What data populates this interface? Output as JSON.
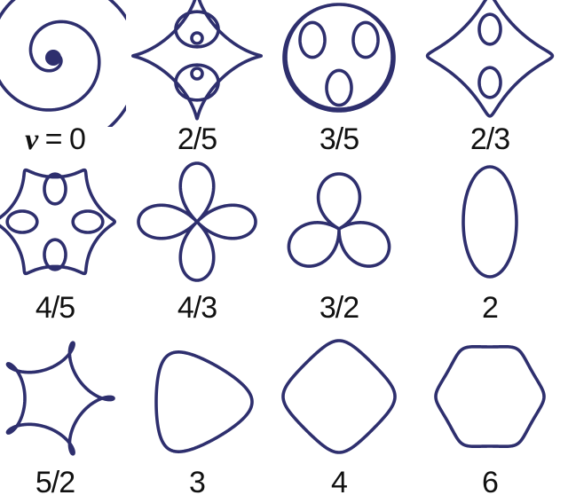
{
  "figure": {
    "stroke_color": "#2e2f6e",
    "label_prefix_symbol": "ν",
    "label_prefix_eq": " = ",
    "panels": [
      {
        "id": "nu-0",
        "label": "0",
        "first": true,
        "shape": "spiral"
      },
      {
        "id": "nu-2-5",
        "label": "2/5",
        "shape": "rosette-2-5"
      },
      {
        "id": "nu-3-5",
        "label": "3/5",
        "shape": "rosette-3-5"
      },
      {
        "id": "nu-2-3",
        "label": "2/3",
        "shape": "rosette-2-3"
      },
      {
        "id": "nu-4-5",
        "label": "4/5",
        "shape": "rosette-4-5"
      },
      {
        "id": "nu-4-3",
        "label": "4/3",
        "shape": "four-petal"
      },
      {
        "id": "nu-3-2",
        "label": "3/2",
        "shape": "trefoil"
      },
      {
        "id": "nu-2",
        "label": "2",
        "shape": "ellipse"
      },
      {
        "id": "nu-5-2",
        "label": "5/2",
        "shape": "pentagram-loop"
      },
      {
        "id": "nu-3",
        "label": "3",
        "shape": "rounded-triangle"
      },
      {
        "id": "nu-4",
        "label": "4",
        "shape": "rounded-square"
      },
      {
        "id": "nu-6",
        "label": "6",
        "shape": "rounded-hexagon"
      }
    ]
  }
}
